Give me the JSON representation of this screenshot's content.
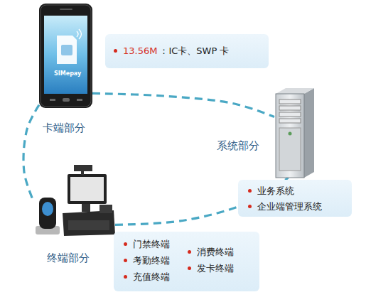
{
  "diagram": {
    "nodes": [
      {
        "text": [
          "卡端部分"
        ]
      },
      {
        "text": [
          "13.56M",
          "：IC卡、SWP 卡"
        ]
      },
      {
        "text": [
          "系统部分"
        ]
      },
      {
        "text": [
          "业务系统",
          "企业端管理系统"
        ]
      },
      {
        "text": [
          "终端部分"
        ]
      },
      {
        "text": [
          "门禁终端",
          "考勤终端",
          "充值终端",
          "消费终端",
          "发卡终端"
        ]
      }
    ],
    "edges": [
      {
        "from": 0,
        "to": 2,
        "arrow": "none"
      },
      {
        "from": 0,
        "to": 4,
        "arrow": "none"
      },
      {
        "from": 4,
        "to": 2,
        "arrow": "none"
      }
    ],
    "labels": [
      "SIMepay"
    ]
  }
}
